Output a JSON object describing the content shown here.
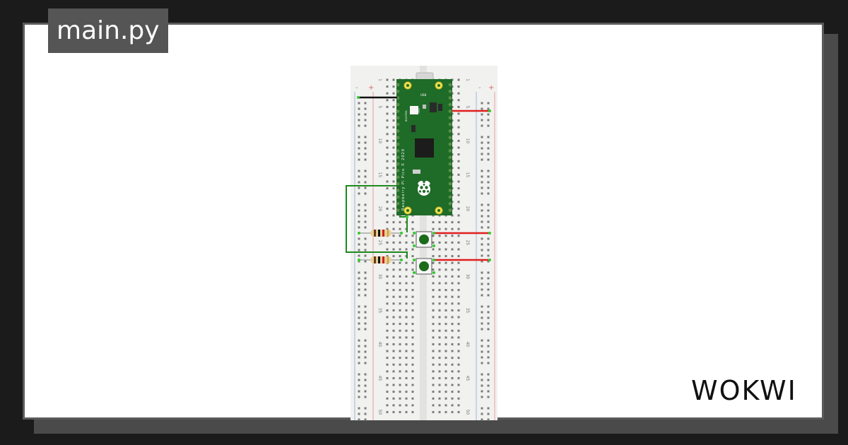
{
  "file_name": "main.py",
  "brand": {
    "name": "WOKWI",
    "logo_icon": "wokwi-logo-icon"
  },
  "breadboard": {
    "rail_signs": [
      "-",
      "+"
    ],
    "row_numbers": [
      "1",
      "5",
      "10",
      "15",
      "20",
      "25",
      "30",
      "35",
      "40",
      "45",
      "50"
    ]
  },
  "pico": {
    "silkscreen": "Raspberry Pi Pico © 2020",
    "usb_label": "USB",
    "pin_labels": [
      "LED",
      "BOOTSEL"
    ]
  },
  "components": {
    "resistors": [
      "resistor-1",
      "resistor-2"
    ],
    "buttons": [
      "push-button-1",
      "push-button-2"
    ]
  },
  "colors": {
    "board_green": "#1f6b28",
    "wire_green": "#1e8a1e",
    "wire_red": "#e01e1e",
    "wire_black": "#111111",
    "breadboard": "#f1f1ef",
    "button_cap": "#1a6b1a"
  }
}
